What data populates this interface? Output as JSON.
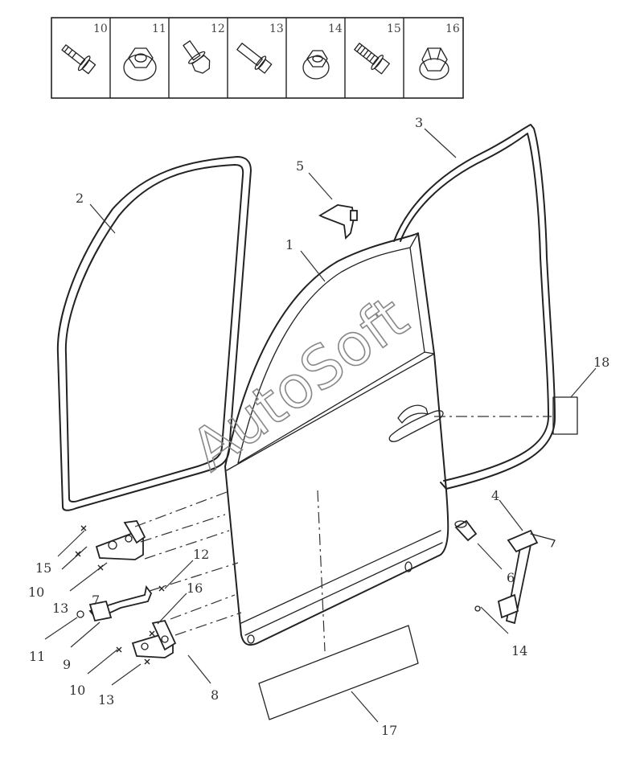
{
  "watermark": "AutoSoft",
  "fastener_table": {
    "cells": [
      {
        "number": "10",
        "icon": "bolt-long-flange-icon"
      },
      {
        "number": "11",
        "icon": "flange-nut-icon"
      },
      {
        "number": "12",
        "icon": "hex-bolt-short-icon"
      },
      {
        "number": "13",
        "icon": "bolt-long-icon"
      },
      {
        "number": "14",
        "icon": "flange-nut-thin-icon"
      },
      {
        "number": "15",
        "icon": "bolt-threaded-flange-icon"
      },
      {
        "number": "16",
        "icon": "cap-nut-icon"
      }
    ]
  },
  "callouts": {
    "c1": "1",
    "c2": "2",
    "c3": "3",
    "c4": "4",
    "c5": "5",
    "c6": "6",
    "c7": "7",
    "c8": "8",
    "c9": "9",
    "c10a": "10",
    "c10b": "10",
    "c11": "11",
    "c12": "12",
    "c13a": "13",
    "c13b": "13",
    "c14": "14",
    "c15": "15",
    "c16": "16",
    "c17": "17",
    "c18": "18"
  }
}
